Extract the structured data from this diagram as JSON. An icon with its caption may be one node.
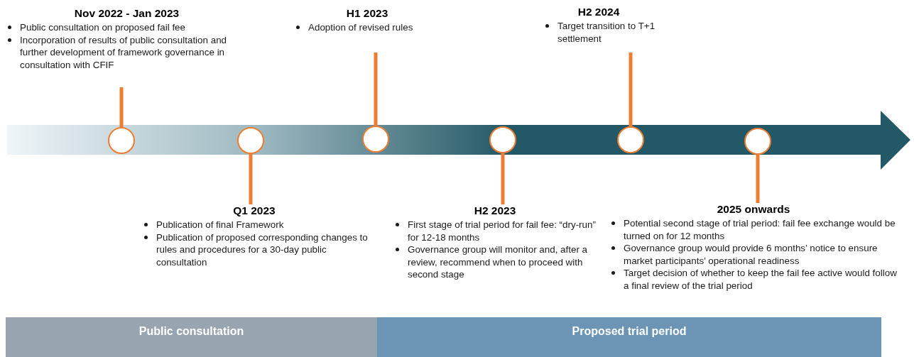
{
  "diagram": {
    "nodes": [
      {
        "text": [
          "Nov 2022 - Jan 2023",
          "Public consultation on proposed fail fee",
          "Incorporation of results of public consultation and further development of framework governance in consultation with CFIF"
        ]
      },
      {
        "text": [
          "H1 2023",
          "Adoption of revised rules"
        ]
      },
      {
        "text": [
          "H2 2024",
          "Target transition to T+1 settlement"
        ]
      },
      {
        "text": [],
        "shape": "circle"
      },
      {
        "text": [],
        "shape": "circle"
      },
      {
        "text": [],
        "shape": "circle"
      },
      {
        "text": [],
        "shape": "circle"
      },
      {
        "text": [],
        "shape": "circle"
      },
      {
        "text": [],
        "shape": "circle"
      },
      {
        "text": [
          "Q1 2023",
          "Publication of  final Framework",
          "Publication of proposed corresponding changes to rules and procedures for a 30-day public consultation"
        ]
      },
      {
        "text": [
          "H2 2023",
          "First stage of trial period for fail fee: “dry-run” for 12-18 months",
          "Governance group will monitor and, after a review, recommend when to proceed with second stage"
        ]
      },
      {
        "text": [
          "2025 onwards",
          "Potential second stage of trial period: fail fee exchange would be turned on for 12 months",
          "Governance group would provide 6 months’ notice to ensure market participants’ operational readiness",
          "Target decision of whether to keep the fail fee active would follow a final review of the trial period"
        ]
      },
      {
        "text": [
          "Public consultation"
        ]
      },
      {
        "text": [
          "Proposed trial period"
        ]
      }
    ],
    "edges": [
      {
        "from": 0,
        "to": 3,
        "arrow": "none"
      },
      {
        "from": 1,
        "to": 5,
        "arrow": "none"
      },
      {
        "from": 2,
        "to": 7,
        "arrow": "none"
      },
      {
        "from": 9,
        "to": 4,
        "arrow": "none"
      },
      {
        "from": 10,
        "to": 6,
        "arrow": "none"
      },
      {
        "from": 11,
        "to": 8,
        "arrow": "none"
      }
    ]
  }
}
